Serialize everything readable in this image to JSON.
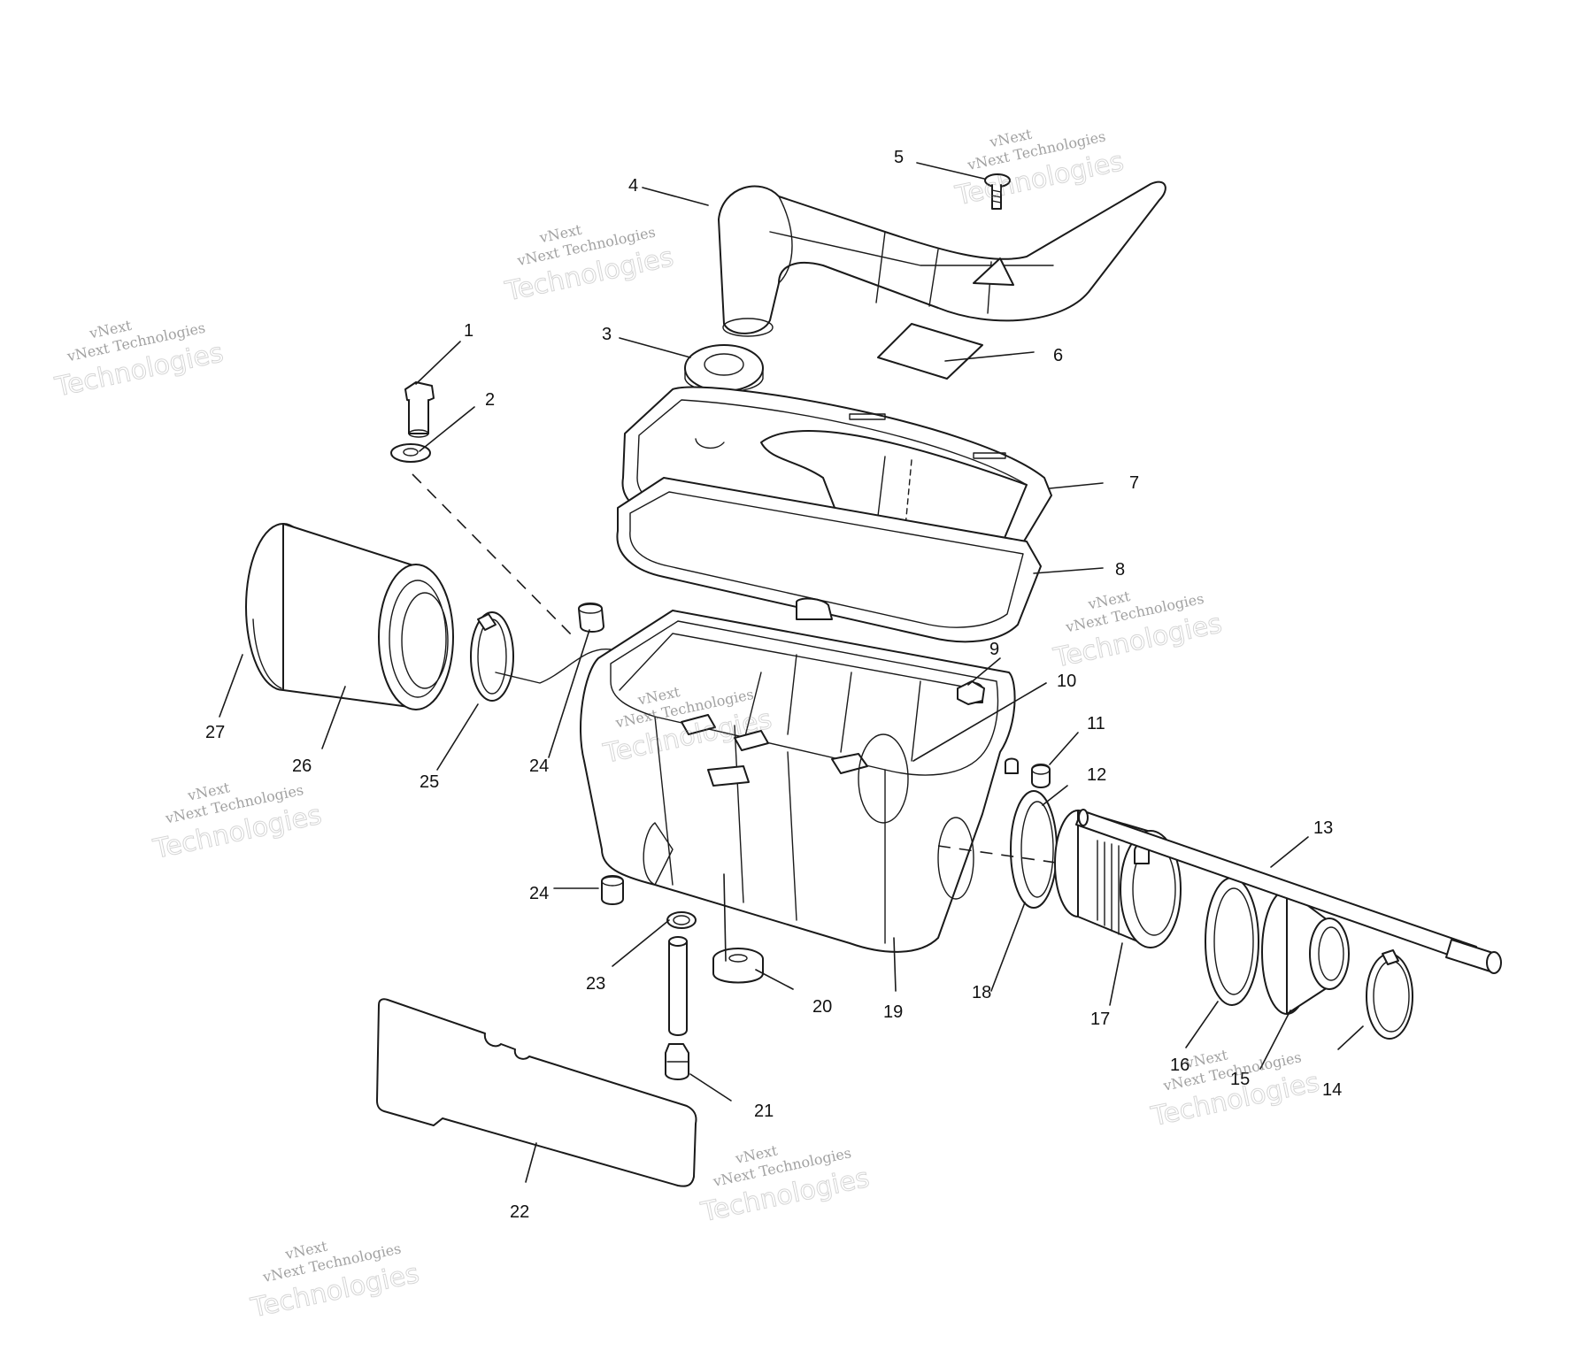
{
  "watermark": {
    "line1": "vNext",
    "line2": "vNext Technologies",
    "line3": "Technologies"
  },
  "callouts": [
    {
      "id": "1",
      "text": "1"
    },
    {
      "id": "2",
      "text": "2"
    },
    {
      "id": "3",
      "text": "3"
    },
    {
      "id": "4",
      "text": "4"
    },
    {
      "id": "5",
      "text": "5"
    },
    {
      "id": "6",
      "text": "6"
    },
    {
      "id": "7",
      "text": "7"
    },
    {
      "id": "8",
      "text": "8"
    },
    {
      "id": "9",
      "text": "9"
    },
    {
      "id": "10",
      "text": "10"
    },
    {
      "id": "11",
      "text": "11"
    },
    {
      "id": "12",
      "text": "12"
    },
    {
      "id": "13",
      "text": "13"
    },
    {
      "id": "14",
      "text": "14"
    },
    {
      "id": "15",
      "text": "15"
    },
    {
      "id": "16",
      "text": "16"
    },
    {
      "id": "17",
      "text": "17"
    },
    {
      "id": "18",
      "text": "18"
    },
    {
      "id": "19",
      "text": "19"
    },
    {
      "id": "20",
      "text": "20"
    },
    {
      "id": "21",
      "text": "21"
    },
    {
      "id": "22",
      "text": "22"
    },
    {
      "id": "23",
      "text": "23"
    },
    {
      "id": "24a",
      "text": "24"
    },
    {
      "id": "24b",
      "text": "24"
    },
    {
      "id": "25",
      "text": "25"
    },
    {
      "id": "26",
      "text": "26"
    },
    {
      "id": "27",
      "text": "27"
    }
  ]
}
